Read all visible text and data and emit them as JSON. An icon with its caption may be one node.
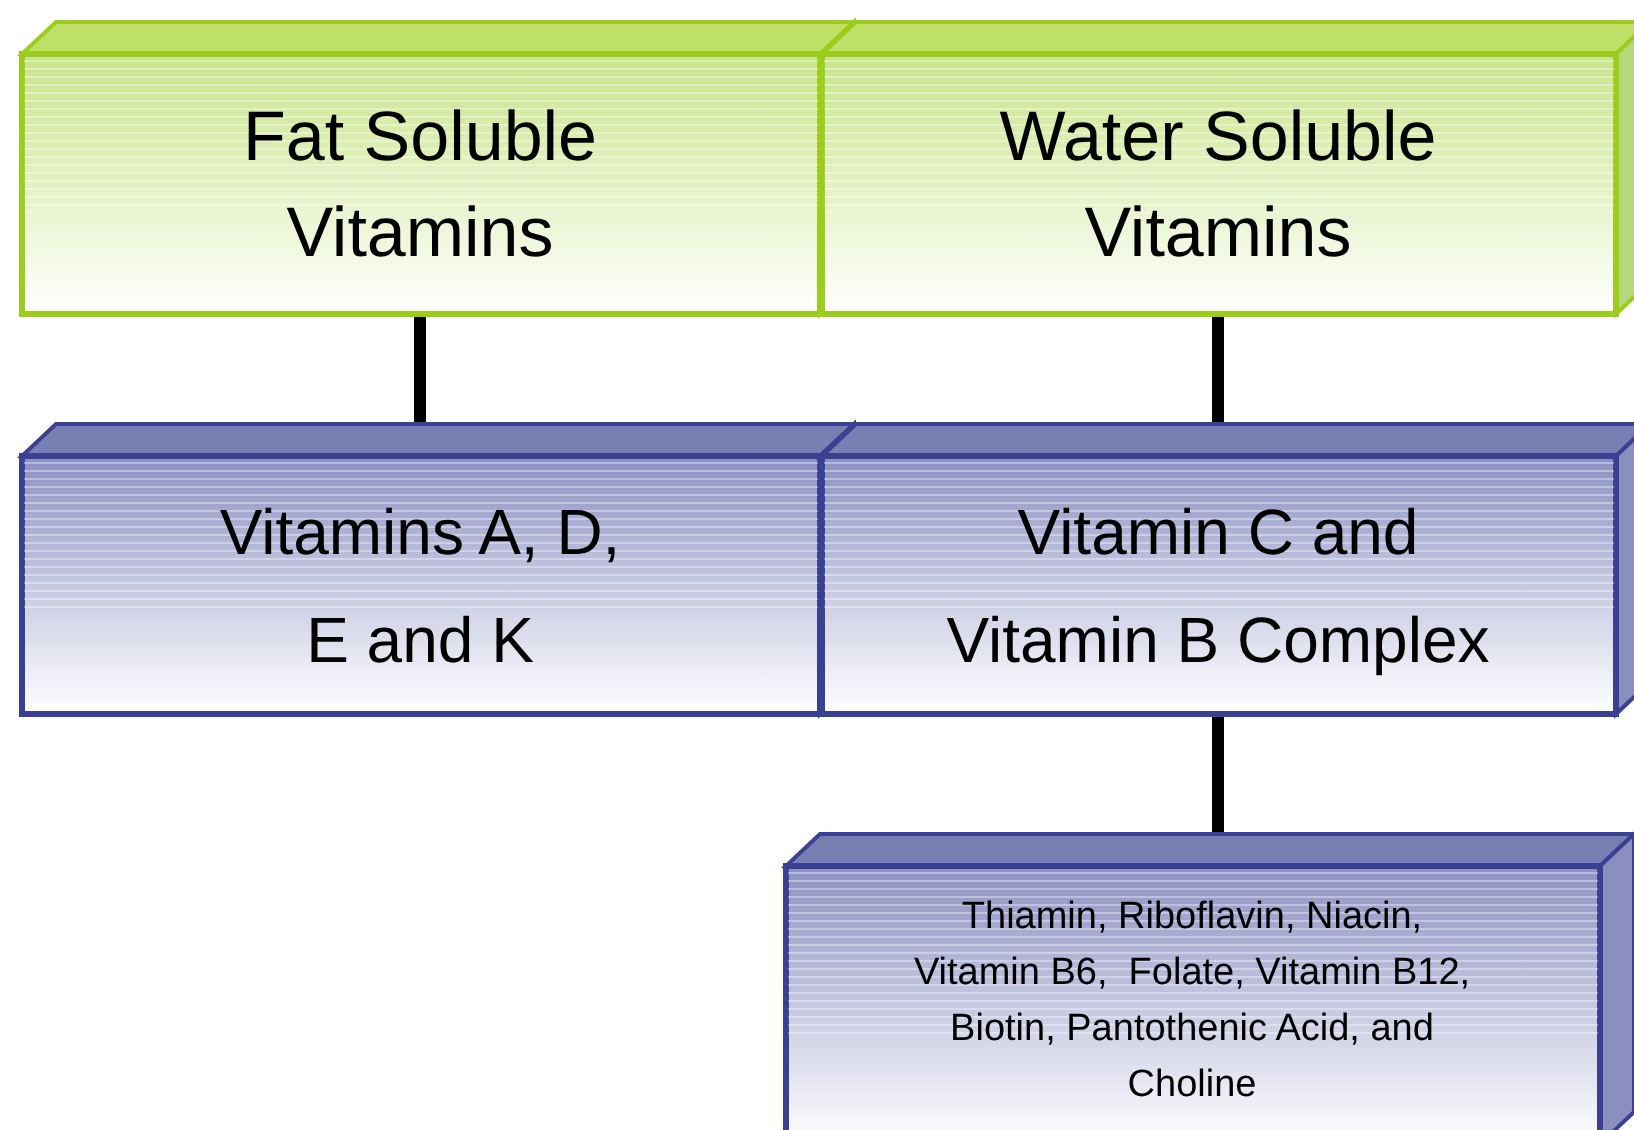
{
  "diagram": {
    "nodes": [
      {
        "text": [
          "Fat Soluble Vitamins"
        ]
      },
      {
        "text": [
          "Water Soluble Vitamins"
        ]
      },
      {
        "text": [
          "Vitamins A, D, E and K"
        ]
      },
      {
        "text": [
          "Vitamin C and Vitamin B Complex"
        ]
      },
      {
        "text": [
          "Thiamin, Riboflavin, Niacin, Vitamin B6,  Folate, Vitamin B12, Biotin, Pantothenic Acid, and Choline"
        ]
      }
    ],
    "edges": [
      {
        "from": 0,
        "to": 2,
        "arrow": "none"
      },
      {
        "from": 1,
        "to": 3,
        "arrow": "none"
      },
      {
        "from": 3,
        "to": 4,
        "arrow": "none"
      }
    ]
  }
}
